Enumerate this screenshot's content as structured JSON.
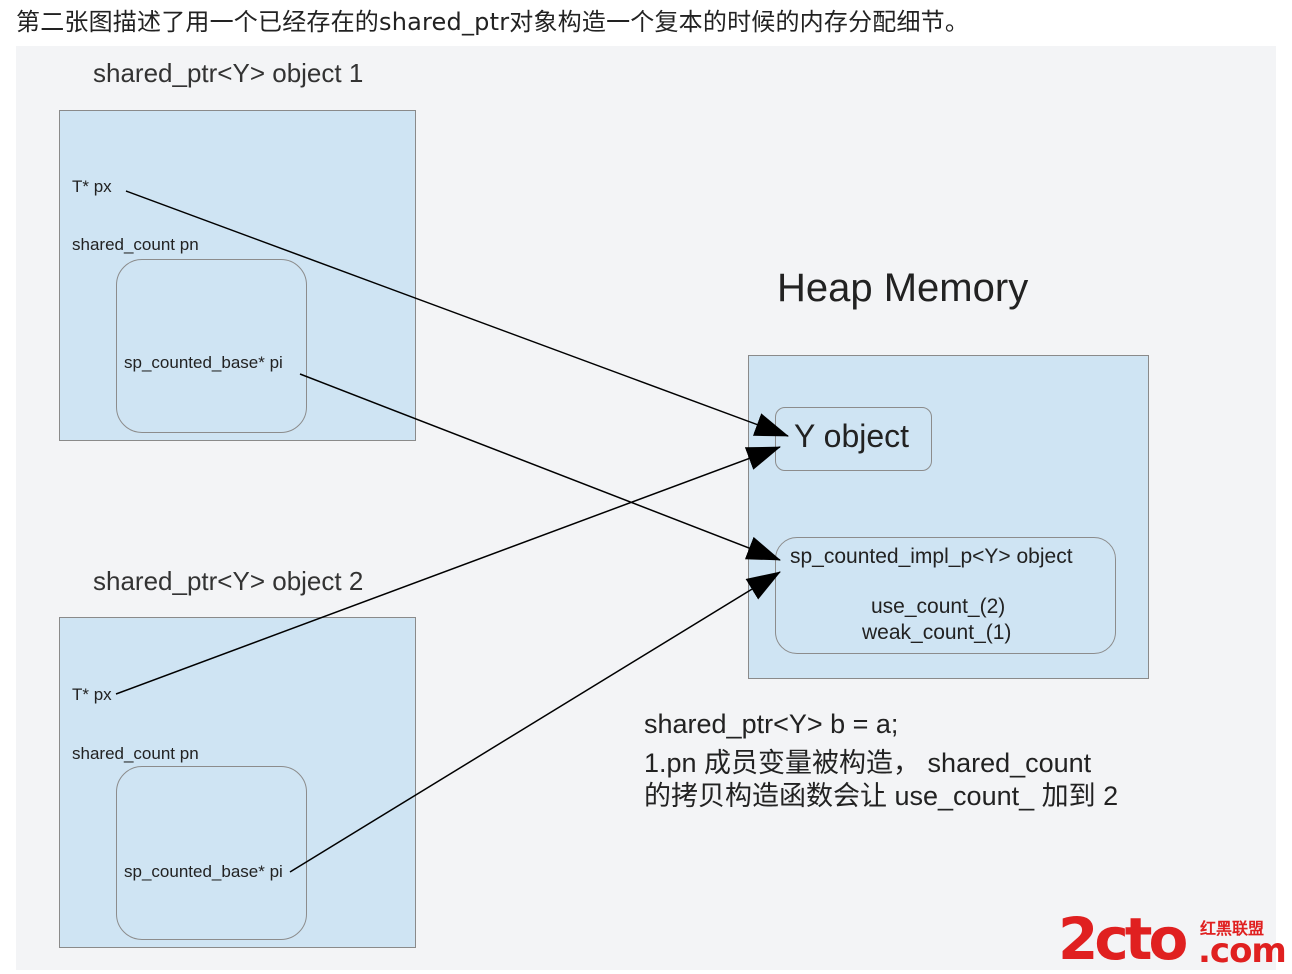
{
  "caption": "第二张图描述了用一个已经存在的shared_ptr对象构造一个复本的时候的内存分配细节。",
  "object1": {
    "title": "shared_ptr<Y> object 1",
    "px_label": "T* px",
    "pn_label": "shared_count pn",
    "pi_label": "sp_counted_base* pi"
  },
  "object2": {
    "title": "shared_ptr<Y> object 2",
    "px_label": "T* px",
    "pn_label": "shared_count pn",
    "pi_label": "sp_counted_base* pi"
  },
  "heap": {
    "title": "Heap Memory",
    "y_object": "Y object",
    "impl_title": "sp_counted_impl_p<Y> object",
    "use_count": "use_count_(2)",
    "weak_count": "weak_count_(1)"
  },
  "note": {
    "line1": "shared_ptr<Y> b = a;",
    "line2": "1.pn 成员变量被构造， shared_count",
    "line3": "的拷贝构造函数会让 use_count_ 加到 2"
  },
  "watermark": {
    "main": "2cto",
    "small": "红黑联盟",
    "domain": ".com"
  },
  "colors": {
    "box_fill": "#cfe4f3",
    "watermark": "#e02020"
  }
}
